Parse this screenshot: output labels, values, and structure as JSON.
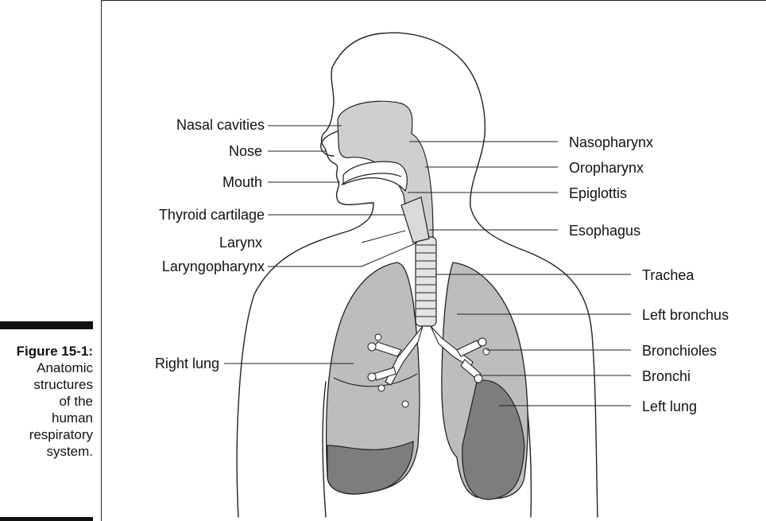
{
  "figure": {
    "number": "Figure 15-1:",
    "caption_lines": [
      "Anatomic",
      "structures",
      "of the",
      "human",
      "respiratory",
      "system."
    ]
  },
  "labels_left": {
    "nasal_cavities": "Nasal cavities",
    "nose": "Nose",
    "mouth": "Mouth",
    "thyroid_cartilage": "Thyroid cartilage",
    "larynx": "Larynx",
    "laryngopharynx": "Laryngopharynx",
    "right_lung": "Right lung"
  },
  "labels_right": {
    "nasopharynx": "Nasopharynx",
    "oropharynx": "Oropharynx",
    "epiglottis": "Epiglottis",
    "esophagus": "Esophagus",
    "trachea": "Trachea",
    "left_bronchus": "Left bronchus",
    "bronchioles": "Bronchioles",
    "bronchi": "Bronchi",
    "left_lung": "Left lung"
  },
  "colors": {
    "line": "#222222",
    "lung_fill": "#bdbdbd",
    "lung_dark": "#7d7d7d",
    "airway_fill": "#d6d6d6"
  }
}
